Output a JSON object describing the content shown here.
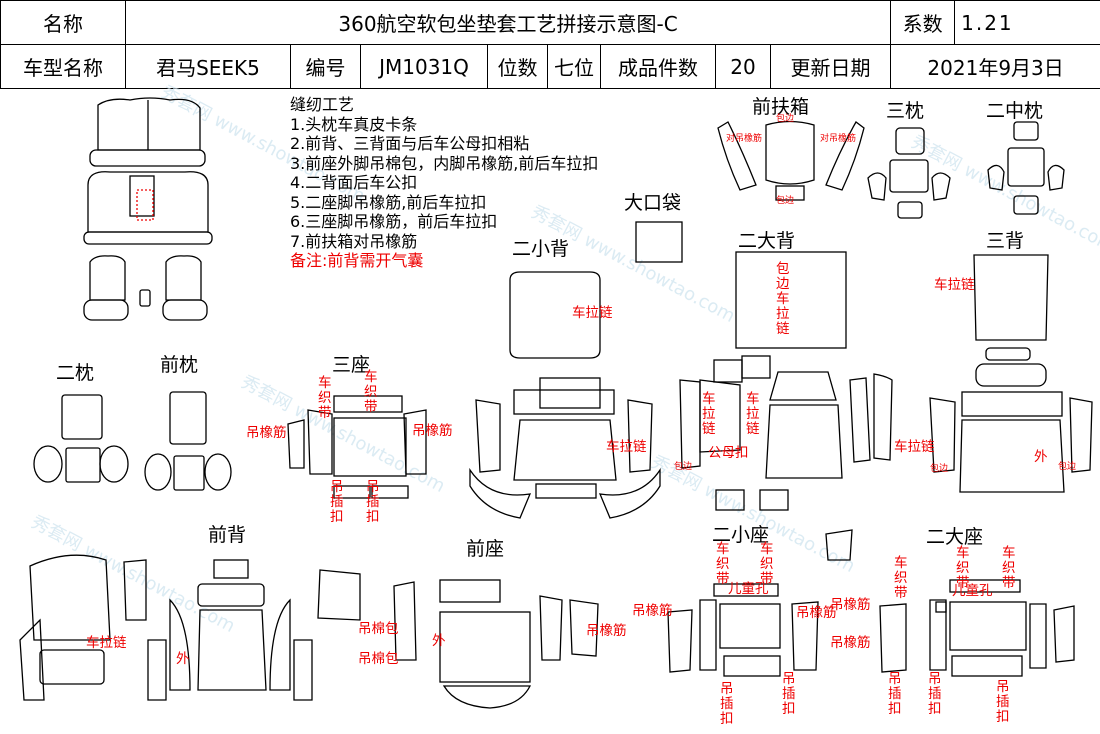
{
  "header": {
    "name_label": "名称",
    "title": "360航空软包坐垫套工艺拼接示意图-C",
    "coef_label": "系数",
    "coef_value": "1.21",
    "model_label": "车型名称",
    "model_value": "君马SEEK5",
    "code_label": "编号",
    "code_value": "JM1031Q",
    "seats_label": "位数",
    "seats_value": "七位",
    "pieces_label": "成品件数",
    "pieces_value": "20",
    "date_label": "更新日期",
    "date_value": "2021年9月3日"
  },
  "notes": {
    "title": "缝纫工艺",
    "items": [
      "1.头枕车真皮卡条",
      "2.前背、三背面与后车公母扣相粘",
      "3.前座外脚吊棉包，内脚吊橡筋,前后车拉扣",
      "4.二背面后车公扣",
      "5.二座脚吊橡筋,前后车拉扣",
      "6.三座脚吊橡筋，前后车拉扣",
      "7.前扶箱对吊橡筋"
    ],
    "remark": "备注:前背需开气囊"
  },
  "sections": {
    "front_armrest": "前扶箱",
    "third_pillow": "三枕",
    "second_mid_pillow": "二中枕",
    "big_bag": "大口袋",
    "second_small_back": "二小背",
    "second_big_back": "二大背",
    "third_back": "三背",
    "second_pillow": "二枕",
    "front_pillow": "前枕",
    "third_seat": "三座",
    "front_back": "前背",
    "front_seat": "前座",
    "second_small_seat": "二小座",
    "second_big_seat": "二大座"
  },
  "annotations": {
    "zipper": "车拉链",
    "rubber": "吊橡筋",
    "cotton": "吊棉包",
    "outer": "外",
    "edge": "包边",
    "webbing": "车织带",
    "insert_buckle": "吊插扣",
    "child_hole": "儿童孔",
    "pair_rubber": "对吊橡筋",
    "male_female": "公母扣",
    "edge_zipper": "包边车拉链"
  },
  "watermark": "秀套网 www.showtao.com"
}
